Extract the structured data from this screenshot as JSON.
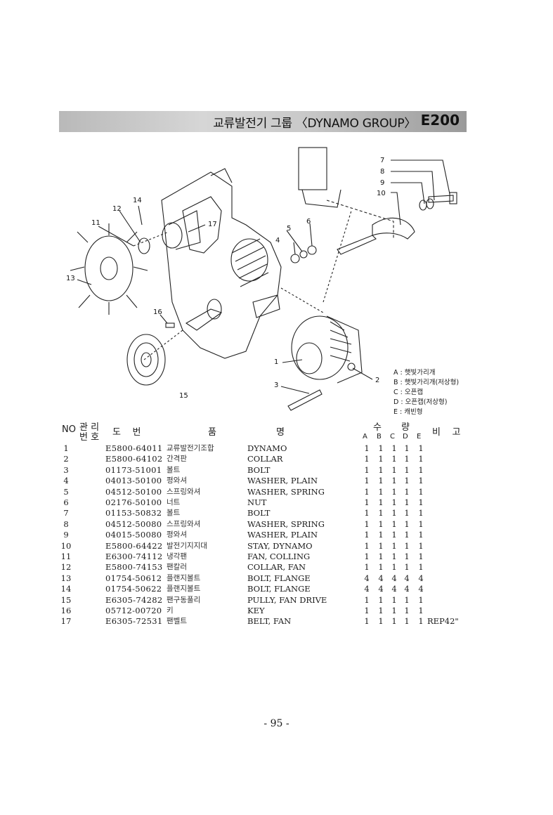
{
  "header": {
    "title": "교류발전기 그룹 〈DYNAMO GROUP〉",
    "code": "E200"
  },
  "diagram": {
    "callouts": [
      "1",
      "2",
      "3",
      "4",
      "5",
      "6",
      "7",
      "8",
      "9",
      "10",
      "11",
      "12",
      "13",
      "14",
      "15",
      "16",
      "17"
    ],
    "legend": [
      "A : 햇빛가리개",
      "B : 햇빛가리개(저상형)",
      "C : 오픈캡",
      "D : 오픈캡(저상형)",
      "E : 캐빈형"
    ]
  },
  "table": {
    "headers": {
      "no": "NO",
      "mgmt_top": "관 리",
      "mgmt_bottom": "번 호",
      "drawing_no": "도    번",
      "name_left": "품",
      "name_right": "명",
      "qty_left": "수",
      "qty_right": "량",
      "qty_cols": [
        "A",
        "B",
        "C",
        "D",
        "E"
      ],
      "remarks": "비    고"
    },
    "rows": [
      {
        "no": "1",
        "part": "E5800-64011",
        "kname": "교류발전기조합",
        "ename": "DYNAMO",
        "qty": [
          "1",
          "1",
          "1",
          "1",
          "1"
        ],
        "remarks": ""
      },
      {
        "no": "2",
        "part": "E5800-64102",
        "kname": "간격판",
        "ename": "COLLAR",
        "qty": [
          "1",
          "1",
          "1",
          "1",
          "1"
        ],
        "remarks": ""
      },
      {
        "no": "3",
        "part": "01173-51001",
        "kname": "볼트",
        "ename": "BOLT",
        "qty": [
          "1",
          "1",
          "1",
          "1",
          "1"
        ],
        "remarks": ""
      },
      {
        "no": "4",
        "part": "04013-50100",
        "kname": "평와셔",
        "ename": "WASHER, PLAIN",
        "qty": [
          "1",
          "1",
          "1",
          "1",
          "1"
        ],
        "remarks": ""
      },
      {
        "no": "5",
        "part": "04512-50100",
        "kname": "스프링와셔",
        "ename": "WASHER, SPRING",
        "qty": [
          "1",
          "1",
          "1",
          "1",
          "1"
        ],
        "remarks": ""
      },
      {
        "no": "6",
        "part": "02176-50100",
        "kname": "너트",
        "ename": "NUT",
        "qty": [
          "1",
          "1",
          "1",
          "1",
          "1"
        ],
        "remarks": ""
      },
      {
        "no": "7",
        "part": "01153-50832",
        "kname": "볼트",
        "ename": "BOLT",
        "qty": [
          "1",
          "1",
          "1",
          "1",
          "1"
        ],
        "remarks": ""
      },
      {
        "no": "8",
        "part": "04512-50080",
        "kname": "스프링와셔",
        "ename": "WASHER, SPRING",
        "qty": [
          "1",
          "1",
          "1",
          "1",
          "1"
        ],
        "remarks": ""
      },
      {
        "no": "9",
        "part": "04015-50080",
        "kname": "평와셔",
        "ename": "WASHER, PLAIN",
        "qty": [
          "1",
          "1",
          "1",
          "1",
          "1"
        ],
        "remarks": ""
      },
      {
        "no": "10",
        "part": "E5800-64422",
        "kname": "발전기지지대",
        "ename": "STAY, DYNAMO",
        "qty": [
          "1",
          "1",
          "1",
          "1",
          "1"
        ],
        "remarks": ""
      },
      {
        "no": "11",
        "part": "E6300-74112",
        "kname": "냉각팬",
        "ename": "FAN, COLLING",
        "qty": [
          "1",
          "1",
          "1",
          "1",
          "1"
        ],
        "remarks": ""
      },
      {
        "no": "12",
        "part": "E5800-74153",
        "kname": "팬칼러",
        "ename": "COLLAR, FAN",
        "qty": [
          "1",
          "1",
          "1",
          "1",
          "1"
        ],
        "remarks": ""
      },
      {
        "no": "13",
        "part": "01754-50612",
        "kname": "플랜지볼트",
        "ename": "BOLT, FLANGE",
        "qty": [
          "4",
          "4",
          "4",
          "4",
          "4"
        ],
        "remarks": ""
      },
      {
        "no": "14",
        "part": "01754-50622",
        "kname": "플랜지볼트",
        "ename": "BOLT, FLANGE",
        "qty": [
          "4",
          "4",
          "4",
          "4",
          "4"
        ],
        "remarks": ""
      },
      {
        "no": "15",
        "part": "E6305-74282",
        "kname": "팬구동풀리",
        "ename": "PULLY, FAN DRIVE",
        "qty": [
          "1",
          "1",
          "1",
          "1",
          "1"
        ],
        "remarks": ""
      },
      {
        "no": "16",
        "part": "05712-00720",
        "kname": "키",
        "ename": "KEY",
        "qty": [
          "1",
          "1",
          "1",
          "1",
          "1"
        ],
        "remarks": ""
      },
      {
        "no": "17",
        "part": "E6305-72531",
        "kname": "팬벨트",
        "ename": "BELT, FAN",
        "qty": [
          "1",
          "1",
          "1",
          "1",
          "1"
        ],
        "remarks": "REP42\""
      }
    ]
  },
  "footer": {
    "page": "- 95 -"
  }
}
